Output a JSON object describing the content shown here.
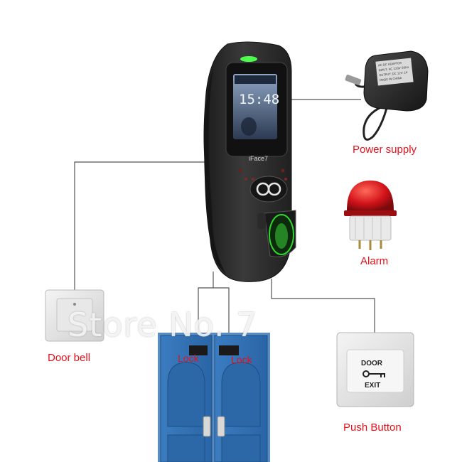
{
  "labels": {
    "power_supply": "Power supply",
    "alarm": "Alarm",
    "door_bell": "Door bell",
    "lock_left": "Lock",
    "lock_right": "Lock",
    "push_button": "Push Button"
  },
  "device": {
    "brand_text": "iFace7",
    "clock_text": "15:48"
  },
  "adapter": {
    "label_lines": [
      "AC-DC ADAPTOR",
      "INPUT: AC 220V 50Hz",
      "OUTPUT: DC 12V 1A",
      "MADE IN CHINA"
    ]
  },
  "exit_button": {
    "line1": "DOOR",
    "line2": "EXIT"
  },
  "watermark": "Store No. 7",
  "colors": {
    "label_red": "#e8101a",
    "wire": "#555555",
    "door_blue": "#2f6fb0",
    "device_body": "#2b2b2b"
  }
}
